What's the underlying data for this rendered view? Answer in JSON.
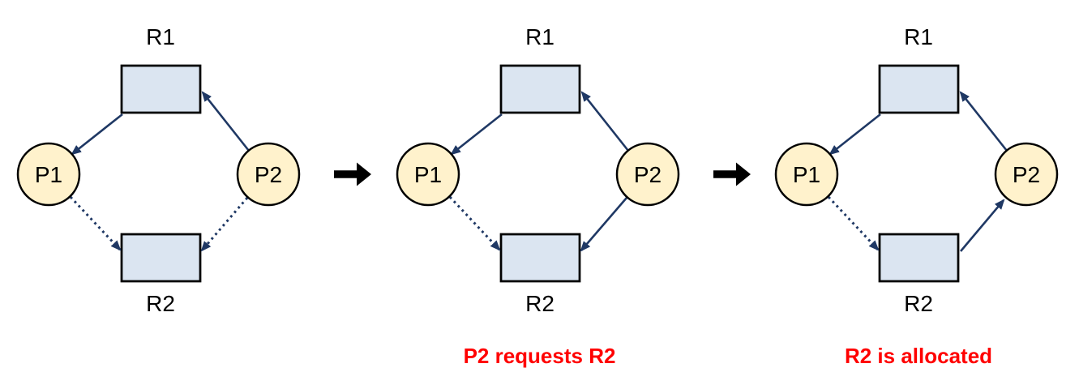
{
  "colors": {
    "background": "#ffffff",
    "process_fill": "#fff2cc",
    "resource_fill": "#dbe5f1",
    "node_outline": "#000000",
    "edge_color": "#1f3864",
    "caption_color": "#ff0000",
    "transition_arrow_color": "#000000"
  },
  "stages": [
    {
      "caption": "",
      "nodes": {
        "r1": "R1",
        "r2": "R2",
        "p1": "P1",
        "p2": "P2"
      },
      "edges": [
        {
          "from": "R1",
          "to": "P1",
          "style": "solid"
        },
        {
          "from": "P2",
          "to": "R1",
          "style": "solid"
        },
        {
          "from": "P1",
          "to": "R2",
          "style": "dotted"
        },
        {
          "from": "P2",
          "to": "R2",
          "style": "dotted"
        }
      ]
    },
    {
      "caption": "P2 requests R2",
      "nodes": {
        "r1": "R1",
        "r2": "R2",
        "p1": "P1",
        "p2": "P2"
      },
      "edges": [
        {
          "from": "R1",
          "to": "P1",
          "style": "solid"
        },
        {
          "from": "P2",
          "to": "R1",
          "style": "solid"
        },
        {
          "from": "P1",
          "to": "R2",
          "style": "dotted"
        },
        {
          "from": "P2",
          "to": "R2",
          "style": "solid"
        }
      ]
    },
    {
      "caption": "R2 is allocated",
      "nodes": {
        "r1": "R1",
        "r2": "R2",
        "p1": "P1",
        "p2": "P2"
      },
      "edges": [
        {
          "from": "R1",
          "to": "P1",
          "style": "solid"
        },
        {
          "from": "P2",
          "to": "R1",
          "style": "solid"
        },
        {
          "from": "P1",
          "to": "R2",
          "style": "dotted"
        },
        {
          "from": "R2",
          "to": "P2",
          "style": "solid"
        }
      ]
    }
  ]
}
